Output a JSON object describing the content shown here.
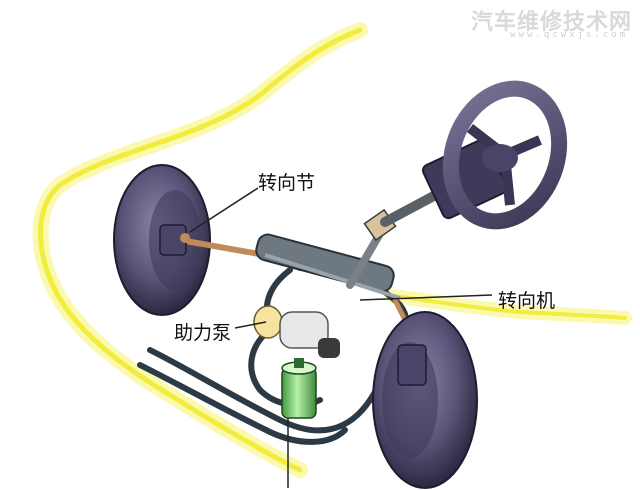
{
  "watermark": {
    "title": "汽车维修技术网",
    "url": "www.qcwxjs.com"
  },
  "labels": {
    "steering_knuckle": "转向节",
    "steering_gear": "转向机",
    "power_pump": "助力泵"
  },
  "colors": {
    "body_outline": "#f4f046",
    "tire": "#5b5478",
    "pipe": "#2c3a45",
    "rod": "#c08a5a",
    "reservoir": "#7fd07a",
    "leader": "#222222"
  }
}
